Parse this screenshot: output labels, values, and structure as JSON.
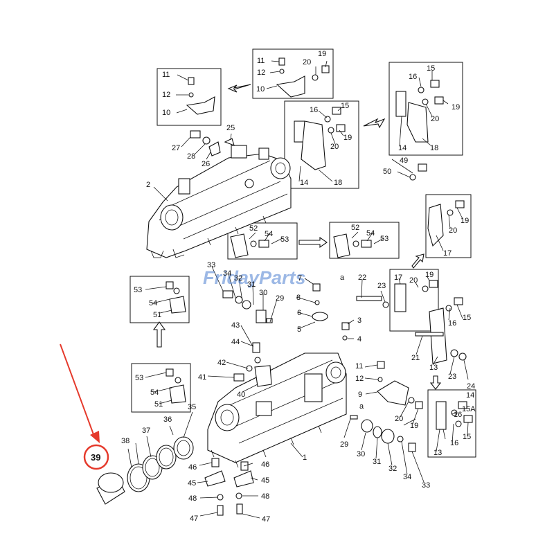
{
  "watermark": "FridayParts",
  "highlight": {
    "label": "39",
    "color": "#e53a2c"
  },
  "labels": {
    "l11a": "11",
    "l12a": "12",
    "l10a": "10",
    "l19a": "19",
    "l20a": "20",
    "l11b": "11",
    "l12b": "12",
    "l10b": "10",
    "l27": "27",
    "l28": "28",
    "l26": "26",
    "l25": "25",
    "l2": "2",
    "l16a": "16",
    "l15a": "15",
    "l20b": "20",
    "l19b": "19",
    "l14a": "14",
    "l18a": "18",
    "l16b": "16",
    "l15b": "15",
    "l19c": "19",
    "l20c": "20",
    "l14b": "14",
    "l18b": "18",
    "l49": "49",
    "l50": "50",
    "l19d": "19",
    "l20d": "20",
    "l17a": "17",
    "l52a": "52",
    "l54a": "54",
    "l53a": "53",
    "l52b": "52",
    "l54b": "54",
    "l53b": "53",
    "l33a": "33",
    "l34a": "34",
    "l32a": "32",
    "l31a": "31",
    "l30a": "30",
    "l29a": "29",
    "l7": "7",
    "la1": "a",
    "l8": "8",
    "l6": "6",
    "l5": "5",
    "l3": "3",
    "l4": "4",
    "l22": "22",
    "l23a": "23",
    "l17b": "17",
    "l20e": "20",
    "l19e": "19",
    "l16c": "16",
    "l15c": "15",
    "l21": "21",
    "l13a": "13",
    "l23b": "23",
    "l24": "24",
    "l53c": "53",
    "l54c": "54",
    "l51a": "51",
    "l43": "43",
    "l44": "44",
    "l42": "42",
    "l41": "41",
    "l40": "40",
    "l11c": "11",
    "l12c": "12",
    "l9": "9",
    "la2": "a",
    "l20f": "20",
    "l19f": "19",
    "l14c": "14",
    "l16d": "16",
    "l15d": "15A",
    "l16e": "16",
    "l15e": "15",
    "l13b": "13",
    "l53d": "53",
    "l54d": "54",
    "l51b": "51",
    "l35": "35",
    "l36": "36",
    "l37": "37",
    "l38": "38",
    "l1": "1",
    "l29b": "29",
    "l30b": "30",
    "l31b": "31",
    "l32b": "32",
    "l34b": "34",
    "l33b": "33",
    "l46a": "46",
    "l45a": "45",
    "l48a": "48",
    "l47a": "47",
    "l46b": "46",
    "l45b": "45",
    "l48b": "48",
    "l47b": "47"
  }
}
